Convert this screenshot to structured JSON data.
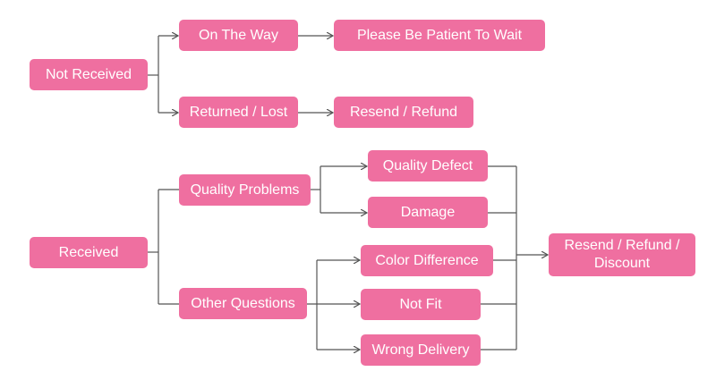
{
  "nodes": {
    "not_received": "Not Received",
    "on_the_way": "On The Way",
    "be_patient": "Please Be Patient To Wait",
    "returned_lost": "Returned / Lost",
    "resend_refund": "Resend / Refund",
    "received": "Received",
    "quality_problems": "Quality Problems",
    "other_questions": "Other Questions",
    "quality_defect": "Quality Defect",
    "damage": "Damage",
    "color_difference": "Color Difference",
    "not_fit": "Not Fit",
    "wrong_delivery": "Wrong Delivery",
    "resend_refund_discount": "Resend / Refund / Discount"
  },
  "colors": {
    "node_fill": "#ef6fa0",
    "node_text": "#ffffff",
    "connector": "#555555"
  }
}
